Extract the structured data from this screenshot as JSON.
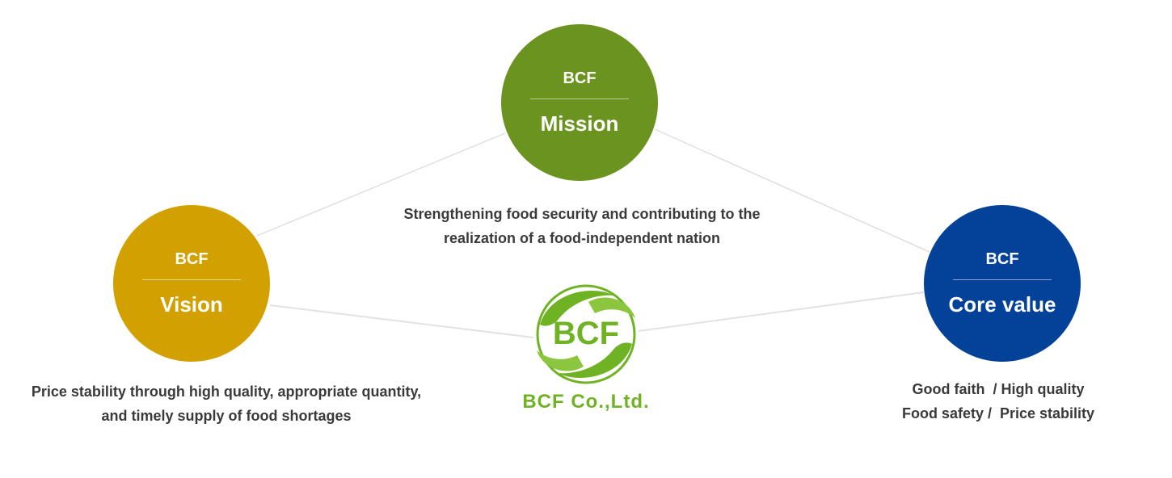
{
  "diagram": {
    "mission": {
      "brand": "BCF",
      "title": "Mission",
      "description_lines": [
        "Strengthening food security and contributing to the",
        "realization of a food-independent nation"
      ]
    },
    "vision": {
      "brand": "BCF",
      "title": "Vision",
      "description_lines": [
        "Price stability through high quality, appropriate quantity,",
        "and timely supply of food shortages"
      ]
    },
    "core_value": {
      "brand": "BCF",
      "title": "Core value",
      "description_lines": [
        "Good faith  / High quality",
        "Food safety /  Price stability"
      ]
    },
    "logo": {
      "mark_text": "BCF",
      "wordmark": "BCF Co.,Ltd."
    }
  },
  "colors": {
    "mission": "#6b931f",
    "vision": "#d2a100",
    "core_value": "#04429a",
    "logo_green": "#6fb324",
    "connector": "#d8d8d8"
  }
}
